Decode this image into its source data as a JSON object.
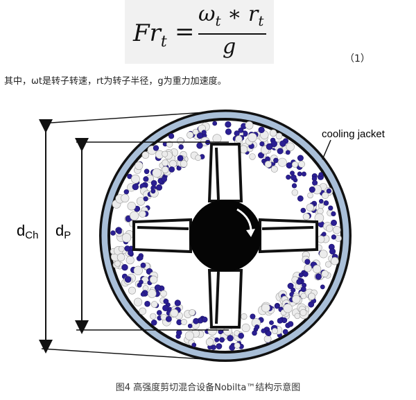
{
  "equation": {
    "lhs": "Fr",
    "lhs_sub": "t",
    "equals": "=",
    "numerator": "ω",
    "numerator_sub": "t",
    "times": "∗",
    "numerator2": "r",
    "numerator2_sub": "t",
    "denominator": "g",
    "number": "（1）"
  },
  "description": "其中，ωt是转子转速，rt为转子半径，g为重力加速度。",
  "figure": {
    "cooling_label": "cooling jacket",
    "dch_main": "d",
    "dch_sub": "Ch",
    "dp_main": "d",
    "dp_sub": "P",
    "colors": {
      "jacket": "#a9bfd8",
      "outline": "#111111",
      "blue_particle": "#2b1f93",
      "white_particle": "#ececec"
    }
  },
  "caption": "图4 高强度剪切混合设备Nobilta™结构示意图"
}
